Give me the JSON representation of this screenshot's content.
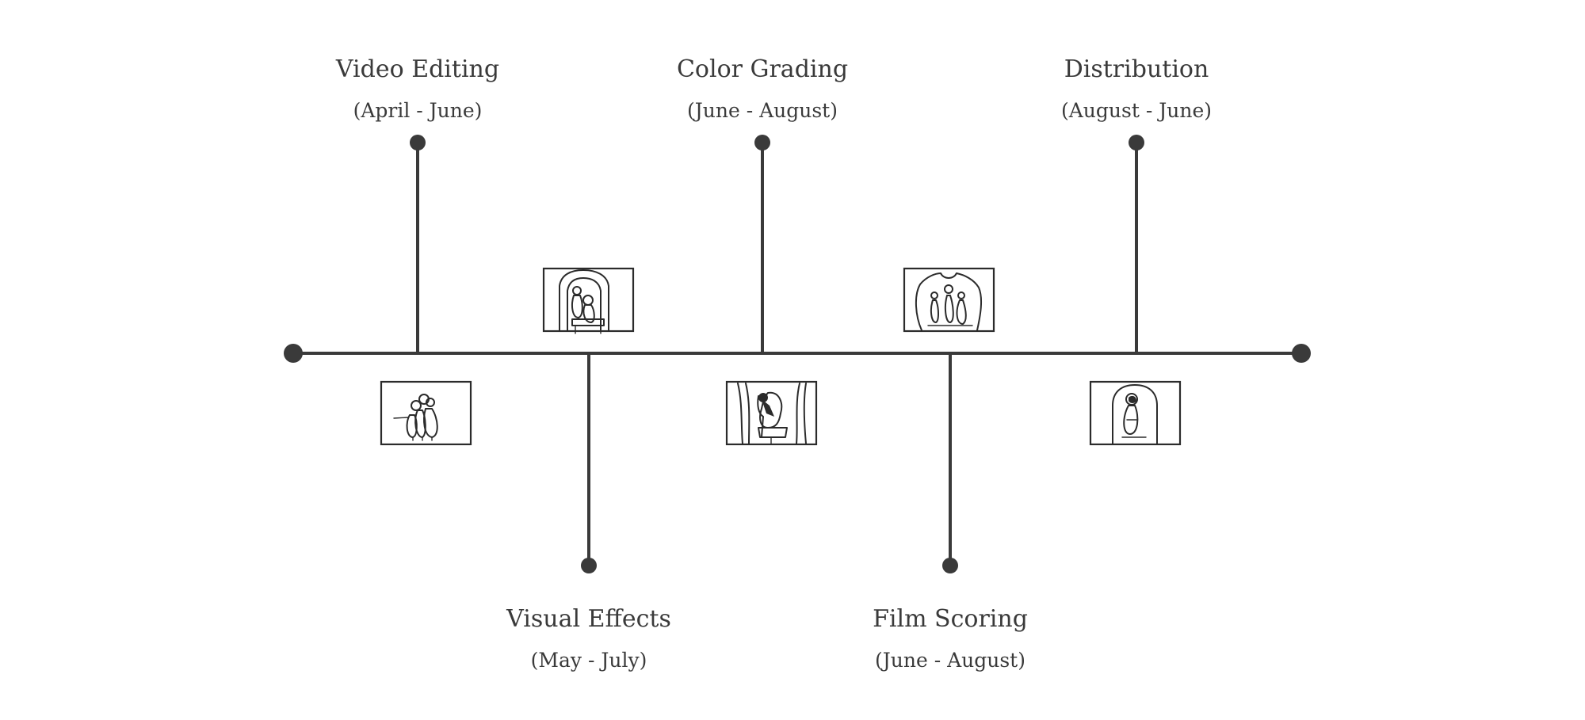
{
  "colors": {
    "line": "#3a3a3a",
    "text": "#3a3a3a",
    "sketch": "#2b2b2b",
    "background": "#ffffff"
  },
  "milestones": [
    {
      "title": "Video Editing",
      "period": "(April - June)",
      "side": "above"
    },
    {
      "title": "Visual Effects",
      "period": "(May - July)",
      "side": "below"
    },
    {
      "title": "Color Grading",
      "period": "(June - August)",
      "side": "above"
    },
    {
      "title": "Film Scoring",
      "period": "(June - August)",
      "side": "below"
    },
    {
      "title": "Distribution",
      "period": "(August - June)",
      "side": "above"
    }
  ],
  "thumbnails": [
    {
      "icon": "storyboard-group-icon",
      "side": "below"
    },
    {
      "icon": "storyboard-arch-figures-icon",
      "side": "above"
    },
    {
      "icon": "storyboard-curtain-figure-icon",
      "side": "below"
    },
    {
      "icon": "storyboard-three-figures-icon",
      "side": "above"
    },
    {
      "icon": "storyboard-doorway-figure-icon",
      "side": "below"
    }
  ]
}
